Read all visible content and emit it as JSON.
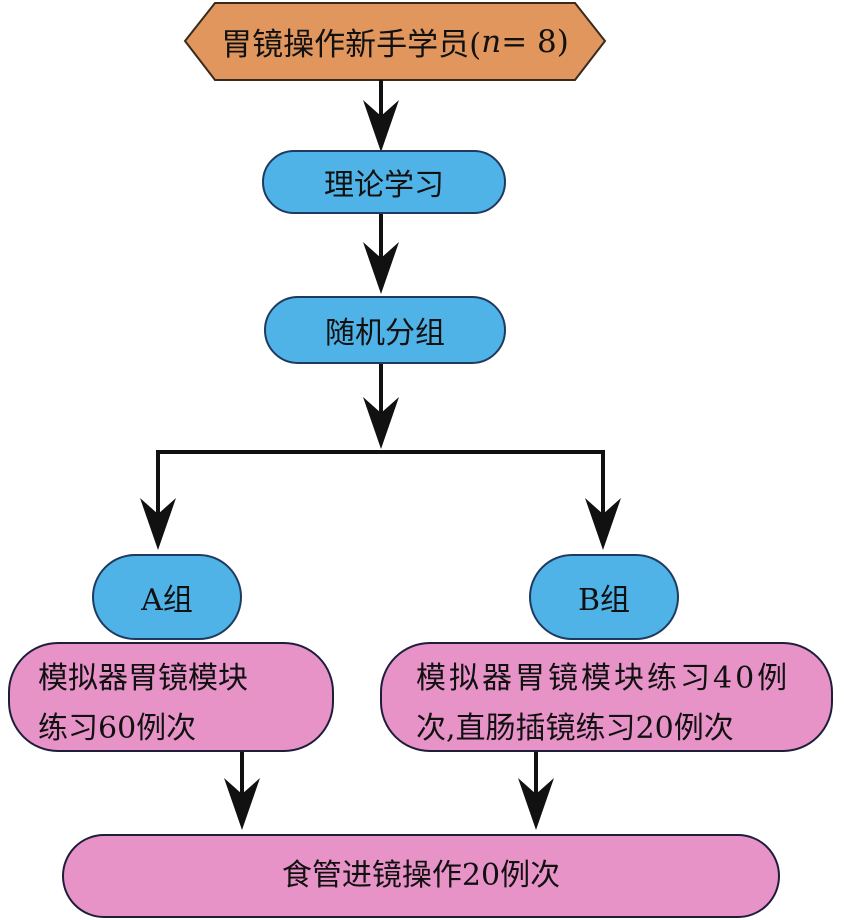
{
  "colors": {
    "start": "#e0965c",
    "process": "#4fb3e8",
    "detail": "#e893c8",
    "edge": "#111111"
  },
  "nodes": {
    "start": {
      "label_main": "胃镜操作新手学员(",
      "label_n": "n",
      "label_tail": " = 8)"
    },
    "theory": {
      "label": "理论学习"
    },
    "randomize": {
      "label": "随机分组"
    },
    "group_a": {
      "label": "A组"
    },
    "group_b": {
      "label": "B组"
    },
    "task_a": {
      "line1": "模拟器胃镜模块",
      "line2": "练习60例次"
    },
    "task_b": {
      "line1": "模拟器胃镜模块练习40例",
      "line2": "次,直肠插镜练习20例次"
    },
    "final": {
      "label": "食管进镜操作20例次"
    }
  },
  "edges": [
    {
      "from": "start",
      "to": "theory"
    },
    {
      "from": "theory",
      "to": "randomize"
    },
    {
      "from": "randomize",
      "to": "group_a"
    },
    {
      "from": "randomize",
      "to": "group_b"
    },
    {
      "from": "task_a",
      "to": "final"
    },
    {
      "from": "task_b",
      "to": "final"
    }
  ]
}
